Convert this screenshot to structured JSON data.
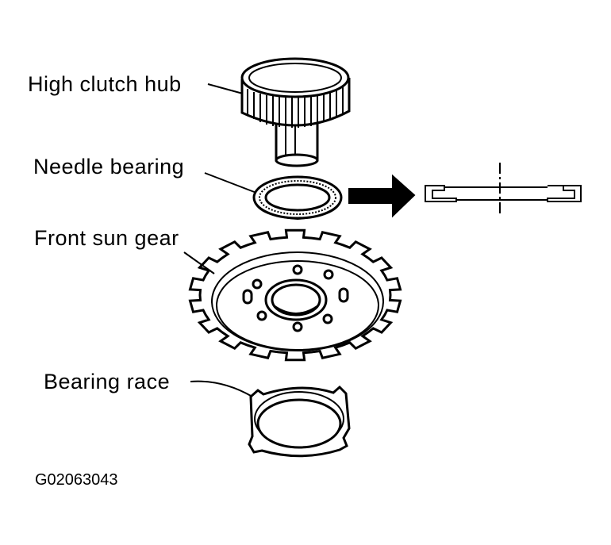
{
  "labels": {
    "hub": "High clutch hub",
    "needle": "Needle bearing",
    "sun": "Front sun gear",
    "race": "Bearing race"
  },
  "figure_code": "G02063043"
}
